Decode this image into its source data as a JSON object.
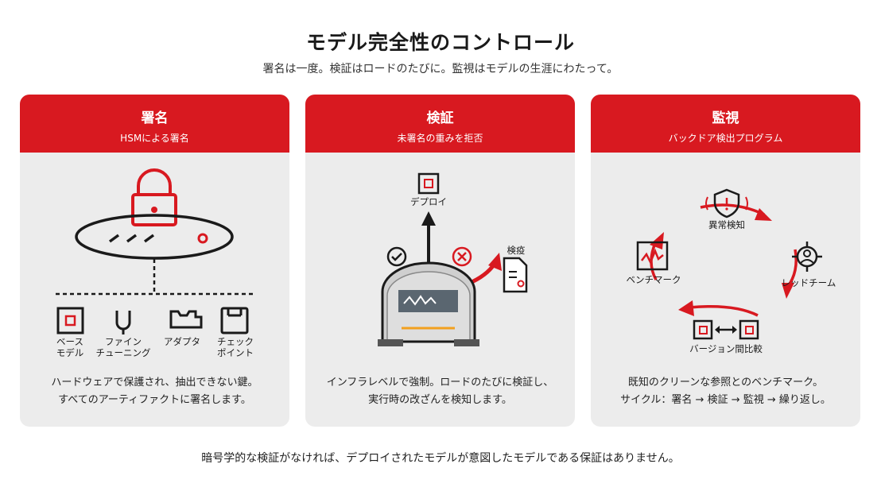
{
  "header": {
    "title": "モデル完全性のコントロール",
    "subtitle": "署名は一度。検証はロードのたびに。監視はモデルの生涯にわたって。"
  },
  "colors": {
    "accent": "#d81920",
    "card_bg": "#ececec",
    "orange": "#f2a01e",
    "dark": "#1a1a1a"
  },
  "cards": [
    {
      "title": "署名",
      "subtitle": "HSMによる署名",
      "desc": [
        "ハードウェアで保護され、抽出できない鍵。",
        "すべてのアーティファクトに署名します。"
      ],
      "artifacts": [
        {
          "icon": "base-model-icon",
          "label": [
            "ベース",
            "モデル"
          ]
        },
        {
          "icon": "fine-tuning-icon",
          "label": [
            "ファイン",
            "チューニング"
          ]
        },
        {
          "icon": "adapter-icon",
          "label": [
            "アダプタ"
          ]
        },
        {
          "icon": "checkpoint-icon",
          "label": [
            "チェック",
            "ポイント"
          ]
        }
      ]
    },
    {
      "title": "検証",
      "subtitle": "未署名の重みを拒否",
      "desc": [
        "インフラレベルで強制。ロードのたびに検証し、",
        "実行時の改ざんを検知します。"
      ],
      "deploy_label": "デプロイ",
      "quarantine_label": "検疫"
    },
    {
      "title": "監視",
      "subtitle": "バックドア検出プログラム",
      "desc": [
        "既知のクリーンな参照とのベンチマーク。",
        "サイクル：署名 → 検証 → 監視 → 繰り返し。"
      ],
      "cycle": {
        "anomaly": "異常検知",
        "redteam": "レッドチーム",
        "version_compare": "バージョン間比較",
        "benchmark": "ベンチマーク"
      }
    }
  ],
  "footer": "暗号学的な検証がなければ、デプロイされたモデルが意図したモデルである保証はありません。"
}
